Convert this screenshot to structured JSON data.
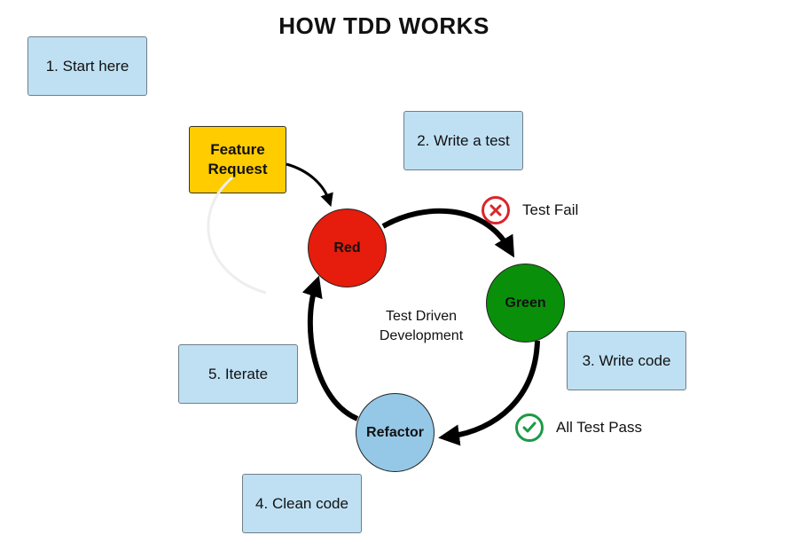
{
  "title": "HOW TDD WORKS",
  "steps": [
    {
      "label": "1. Start here"
    },
    {
      "label": "2. Write a test"
    },
    {
      "label": "3. Write code"
    },
    {
      "label": "4. Clean code"
    },
    {
      "label": "5. Iterate"
    }
  ],
  "feature_request": {
    "line1": "Feature",
    "line2": "Request",
    "color": "#ffcc00"
  },
  "nodes": {
    "red": {
      "label": "Red",
      "color": "#e61c0c"
    },
    "green": {
      "label": "Green",
      "color": "#0a8f0a"
    },
    "refactor": {
      "label": "Refactor",
      "color": "#95c8e6"
    }
  },
  "center": {
    "line1": "Test Driven",
    "line2": "Development"
  },
  "status": {
    "fail": {
      "label": "Test Fail",
      "icon": "x-circle-icon",
      "color": "#d9262c"
    },
    "pass": {
      "label": "All Test Pass",
      "icon": "check-circle-icon",
      "color": "#1c9a45"
    }
  }
}
